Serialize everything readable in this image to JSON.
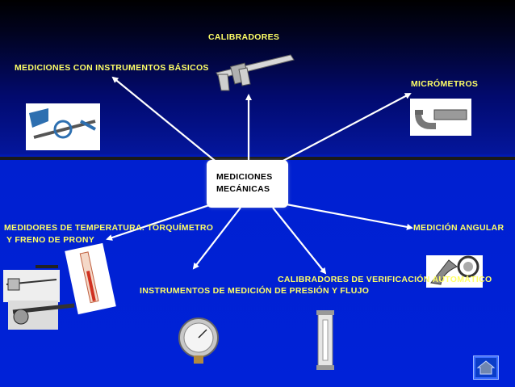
{
  "center": {
    "line1": "MEDICIONES",
    "line2": "MECÁNICAS"
  },
  "nodes": {
    "calibradores": "CALIBRADORES",
    "basicos": "MEDICIONES CON INSTRUMENTOS BÁSICOS",
    "micrometros": "MICRÓMETROS",
    "temperatura_1": "MEDIDORES DE TEMPERATURA. TORQUÍMETRO",
    "temperatura_2": "Y FRENO DE PRONY",
    "angular": "MEDICIÓN ANGULAR",
    "verificacion": "CALIBRADORES DE VERIFICACIÓN AUTOMÁTICO",
    "presion": "INSTRUMENTOS DE MEDICIÓN DE PRESIÓN Y FLUJO"
  },
  "icons": [
    "vernier-caliper-icon",
    "square-tool-icon",
    "micrometer-icon",
    "torque-wrench-icon",
    "thermometer-icon",
    "protractor-icon",
    "pressure-gauge-icon",
    "flow-meter-icon",
    "home-icon"
  ],
  "colors": {
    "label": "#ffff66",
    "arrow": "#ffffff",
    "background": "#0022d8"
  }
}
